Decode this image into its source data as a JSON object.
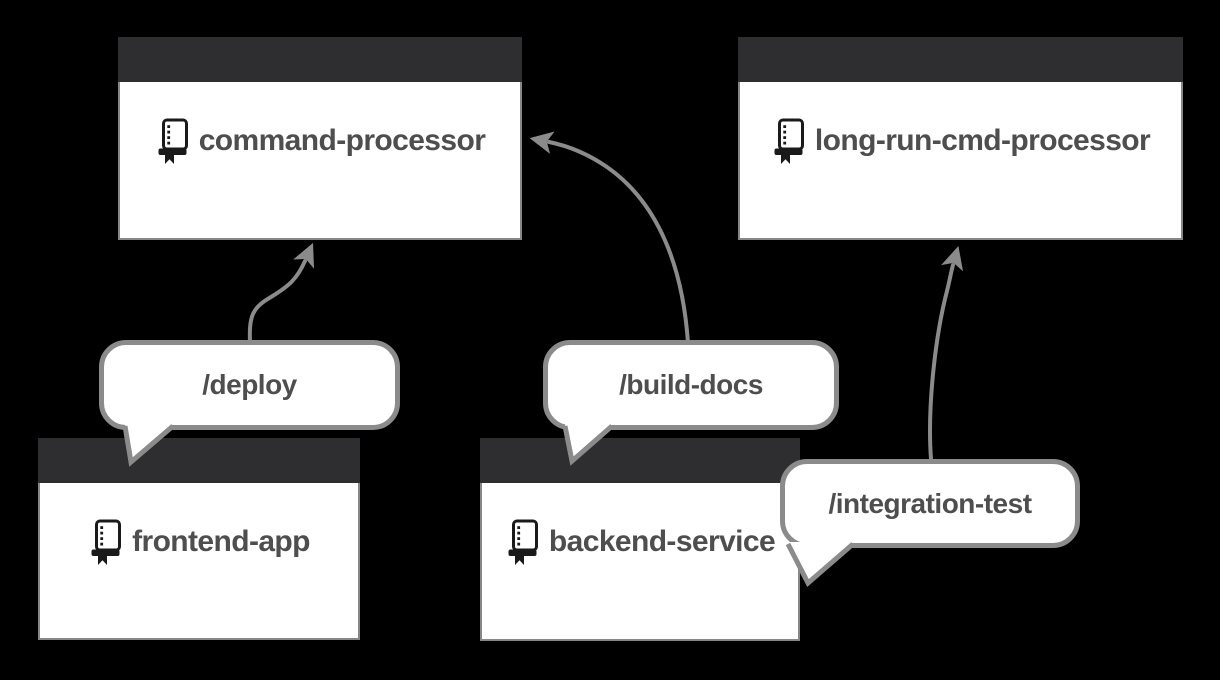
{
  "diagram": {
    "title": "repository command routing diagram",
    "background": "#000000",
    "nodes": [
      {
        "id": "command-processor",
        "label": "command-processor",
        "icon": "repo-book-icon"
      },
      {
        "id": "long-run-cmd-processor",
        "label": "long-run-cmd-processor",
        "icon": "repo-book-icon"
      },
      {
        "id": "frontend-app",
        "label": "frontend-app",
        "icon": "repo-book-icon"
      },
      {
        "id": "backend-service",
        "label": "backend-service",
        "icon": "repo-book-icon"
      }
    ],
    "commands": [
      {
        "label": "/deploy",
        "from": "frontend-app",
        "to": "command-processor"
      },
      {
        "label": "/build-docs",
        "from": "backend-service",
        "to": "command-processor"
      },
      {
        "label": "/integration-test",
        "from": "backend-service",
        "to": "long-run-cmd-processor"
      }
    ]
  },
  "palette": {
    "background": "#000000",
    "node_header": "#2e2e30",
    "node_border": "#878787",
    "node_body": "#ffffff",
    "label_color": "#4e4e4e",
    "bubble_border": "#8b8b8b",
    "bubble_fill": "#ffffff",
    "arrow_color": "#8b8b8b",
    "icon_color": "#1a1a1a"
  }
}
